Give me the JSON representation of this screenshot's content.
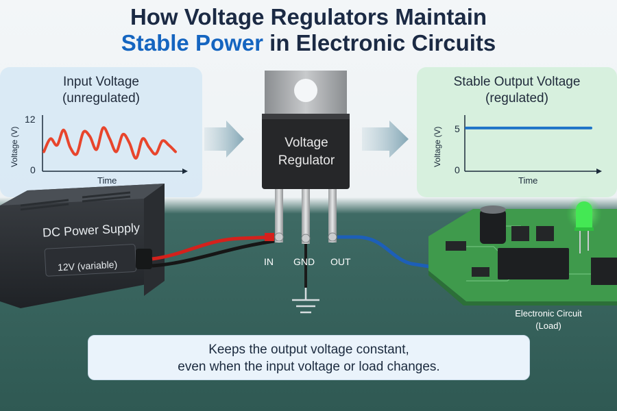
{
  "header": {
    "title_line1": "How Voltage Regulators Maintain",
    "title_accent": "Stable Power",
    "title_line2_rest": " in Electronic Circuits"
  },
  "input_panel": {
    "title_line1": "Input Voltage",
    "title_line2": "(unregulated)"
  },
  "output_panel": {
    "title_line1": "Stable Output Voltage",
    "title_line2": "(regulated)"
  },
  "chart_data": [
    {
      "type": "line",
      "title": "",
      "xlabel": "Time",
      "ylabel": "Voltage (V)",
      "yticks": [
        "12",
        "0"
      ],
      "ylim": [
        0,
        12
      ],
      "series": [
        {
          "x": [
            0,
            1,
            2,
            3,
            4,
            5,
            6,
            7,
            8,
            9,
            10,
            11,
            12,
            13,
            14,
            15,
            16,
            17,
            18,
            19,
            20
          ],
          "values": [
            4.5,
            7.5,
            6.0,
            9.5,
            5.5,
            4.0,
            9.0,
            8.0,
            5.0,
            10.0,
            7.5,
            4.5,
            8.5,
            6.5,
            3.0,
            7.5,
            5.5,
            4.0,
            7.0,
            6.0,
            4.5
          ]
        }
      ],
      "color": "#e8452c",
      "grid": false
    },
    {
      "type": "line",
      "title": "",
      "xlabel": "Time",
      "ylabel": "Voltage (V)",
      "yticks": [
        "5",
        "0"
      ],
      "ylim": [
        0,
        6.5
      ],
      "series": [
        {
          "x": [
            0,
            20
          ],
          "values": [
            5,
            5
          ]
        }
      ],
      "color": "#1e73c8",
      "grid": false
    }
  ],
  "regulator": {
    "label_line1": "Voltage",
    "label_line2": "Regulator"
  },
  "pins": {
    "in": "IN",
    "gnd": "GND",
    "out": "OUT"
  },
  "power_supply": {
    "title": "DC Power Supply",
    "value": "12V (variable)"
  },
  "load": {
    "label_line1": "Electronic Circuit",
    "label_line2": "(Load)"
  },
  "footer": {
    "line1": "Keeps the output voltage constant,",
    "line2": "even when the input voltage or load changes."
  },
  "colors": {
    "accent": "#1565c0",
    "input_wave": "#e8452c",
    "output_line": "#1e73c8",
    "pcb": "#3f9a4c",
    "led": "#36e04a"
  }
}
